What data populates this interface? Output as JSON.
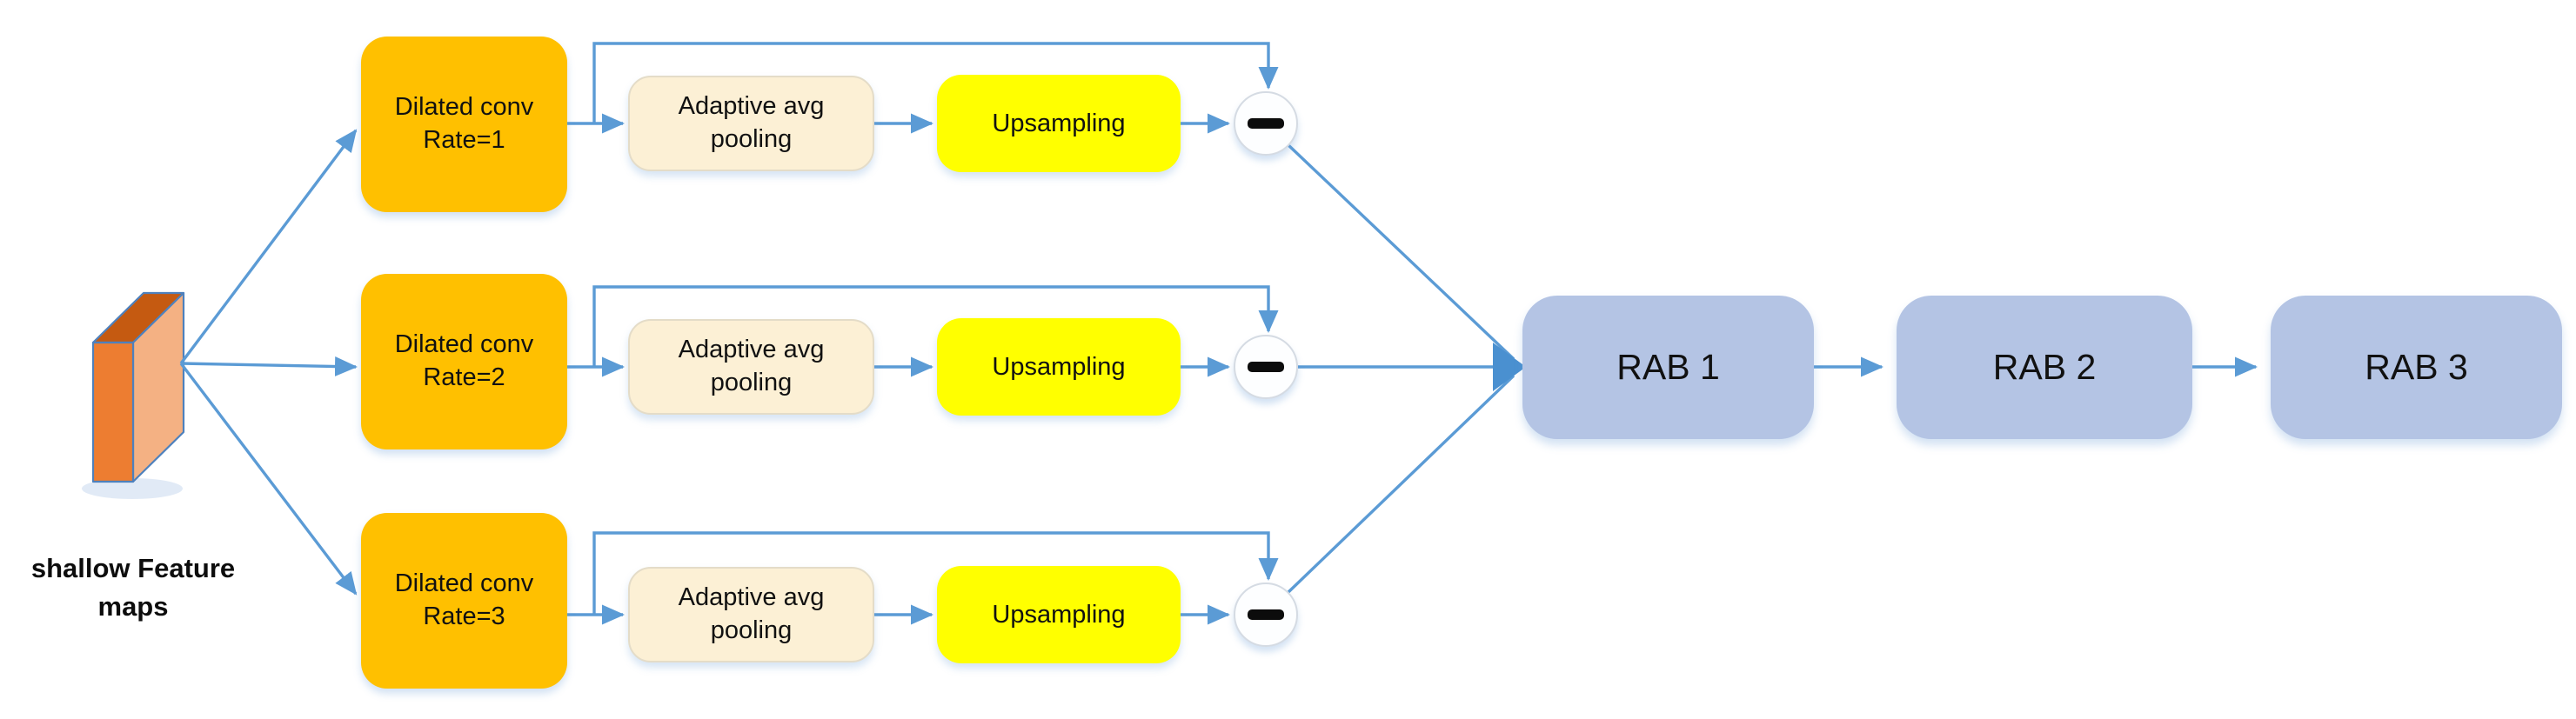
{
  "figure": {
    "type": "architecture-diagram",
    "source": {
      "label": "shallow Feature maps",
      "label_lines": [
        "shallow Feature",
        "maps"
      ],
      "shape": "orange-3d-slab"
    },
    "branches": [
      {
        "conv_line1": "Dilated conv",
        "conv_line2": "Rate=1",
        "pool_line1": "Adaptive avg",
        "pool_line2": "pooling",
        "upsample_label": "Upsampling",
        "operator": "minus",
        "skip_connection": "conv output bypasses pooling+upsampling into minus node"
      },
      {
        "conv_line1": "Dilated conv",
        "conv_line2": "Rate=2",
        "pool_line1": "Adaptive avg",
        "pool_line2": "pooling",
        "upsample_label": "Upsampling",
        "operator": "minus",
        "skip_connection": "conv output bypasses pooling+upsampling into minus node"
      },
      {
        "conv_line1": "Dilated conv",
        "conv_line2": "Rate=3",
        "pool_line1": "Adaptive avg",
        "pool_line2": "pooling",
        "upsample_label": "Upsampling",
        "operator": "minus",
        "skip_connection": "conv output bypasses pooling+upsampling into minus node"
      }
    ],
    "rab_blocks": [
      {
        "label": "RAB 1"
      },
      {
        "label": "RAB 2"
      },
      {
        "label": "RAB 3"
      }
    ],
    "colors": {
      "conv_box": "#FFC000",
      "pool_box": "#FCF0D5",
      "upsample_box": "#FFFF00",
      "rab_box": "#B4C4E4",
      "arrow": "#5B9BD5",
      "slab_front": "#ED7D31",
      "slab_top": "#C55A11",
      "slab_side": "#F4B183",
      "minus_node_fill": "#FDFEFF",
      "text": "#0d0d0d",
      "background": "#FFFFFF"
    }
  }
}
